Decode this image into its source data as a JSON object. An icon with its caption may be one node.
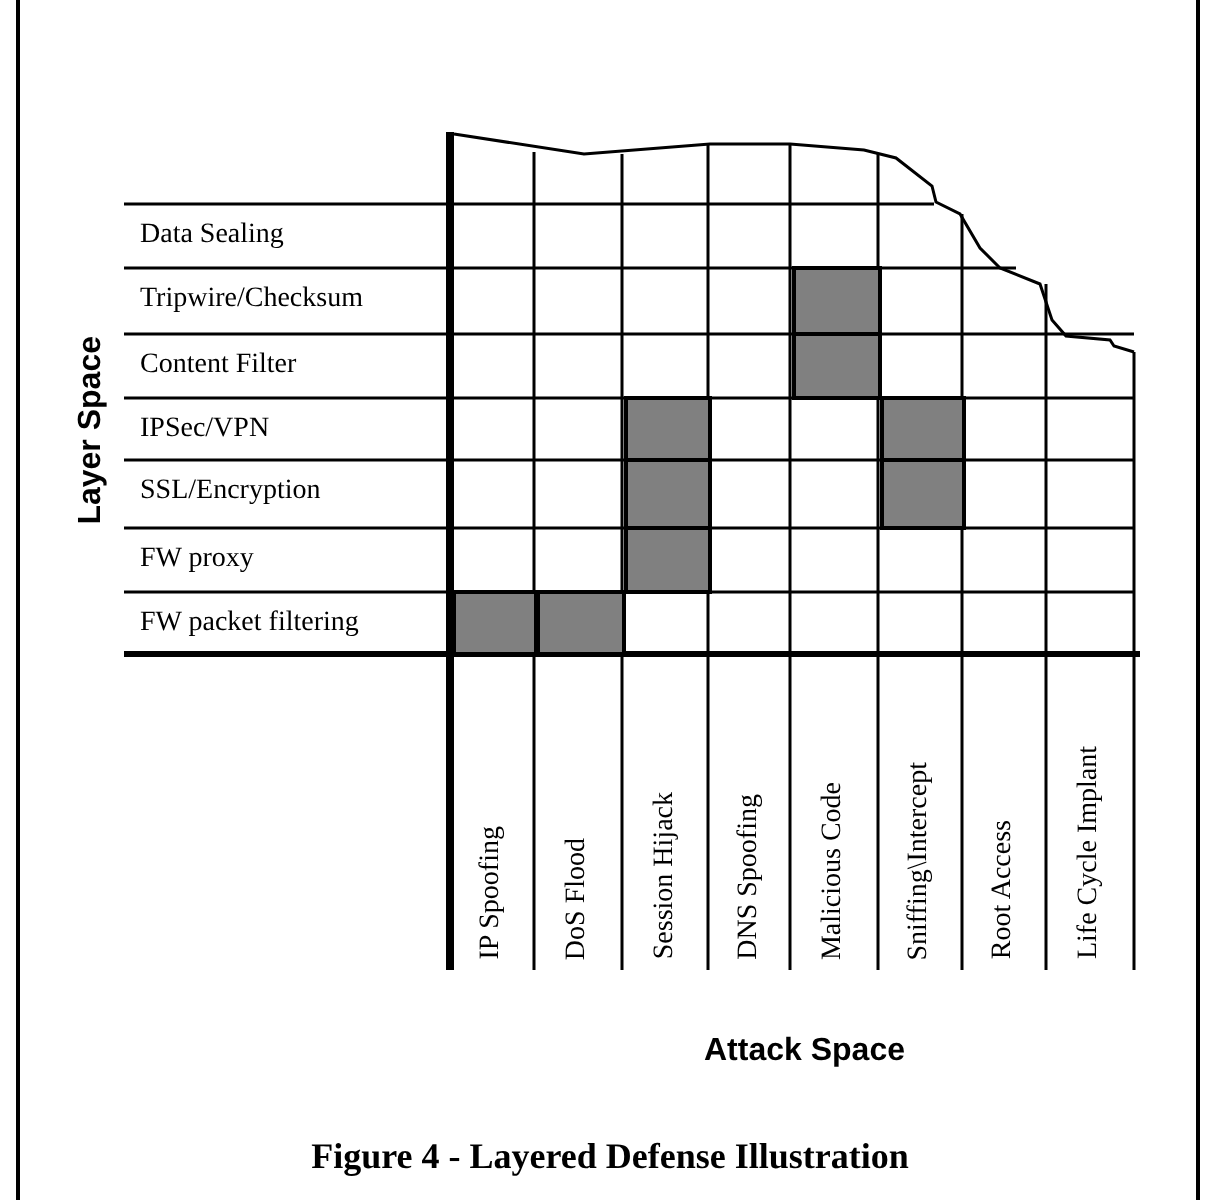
{
  "diagram": {
    "caption": "Figure 4 - Layered Defense Illustration",
    "nodes": [
      {
        "text": [],
        "shape": "box"
      },
      {
        "text": [],
        "shape": "box"
      },
      {
        "text": [],
        "shape": "box"
      },
      {
        "text": [],
        "shape": "box"
      },
      {
        "text": [],
        "shape": "box"
      },
      {
        "text": [],
        "shape": "box"
      },
      {
        "text": [],
        "shape": "box"
      },
      {
        "text": [],
        "shape": "box"
      },
      {
        "text": [],
        "shape": "box"
      }
    ],
    "labels": [
      "Data Sealing",
      "Tripwire/Checksum",
      "Content Filter",
      "IPSec/VPN",
      "SSL/Encryption",
      "FW proxy",
      "FW packet filtering",
      "Layer Space",
      "IP Spoofing",
      "DoS Flood",
      "Session Hijack",
      "DNS Spoofing",
      "Malicious Code",
      "Sniffing\\Intercept",
      "Root Access",
      "Life Cycle Implant",
      "Attack Space"
    ]
  }
}
